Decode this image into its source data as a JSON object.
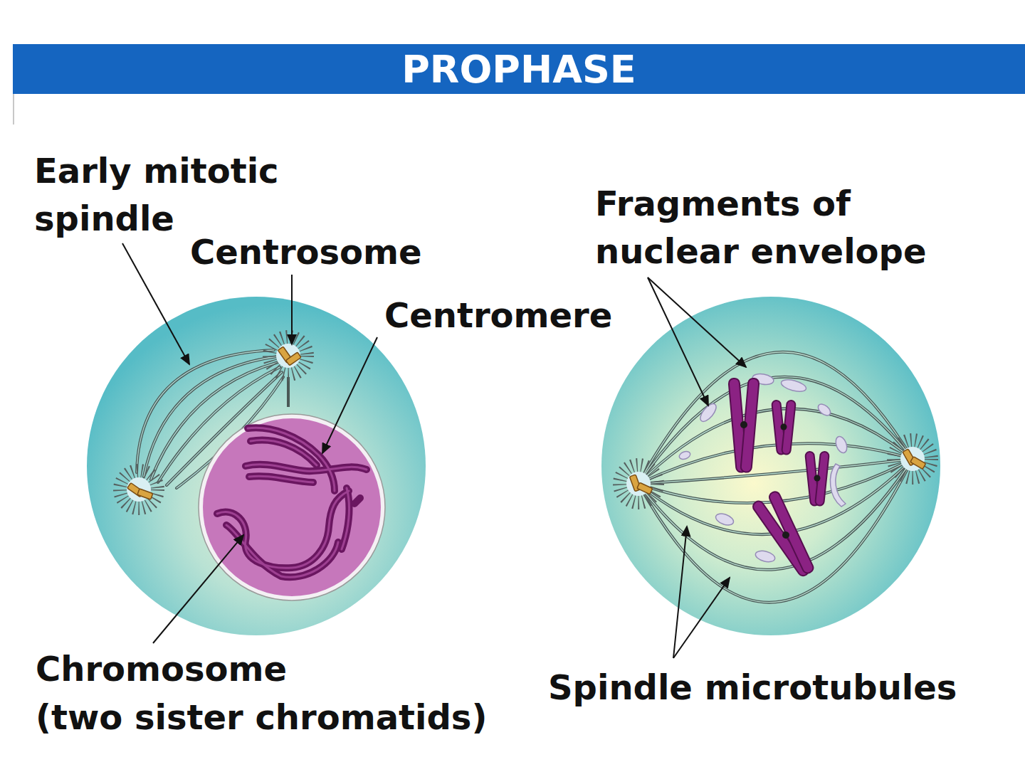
{
  "diagram": {
    "title": "PROPHASE",
    "labels": [
      "Early mitotic spindle",
      "Centrosome",
      "Centromere",
      "Fragments of nuclear envelope",
      "Chromosome",
      "(two sister chromatids)",
      "Spindle microtubules"
    ]
  }
}
